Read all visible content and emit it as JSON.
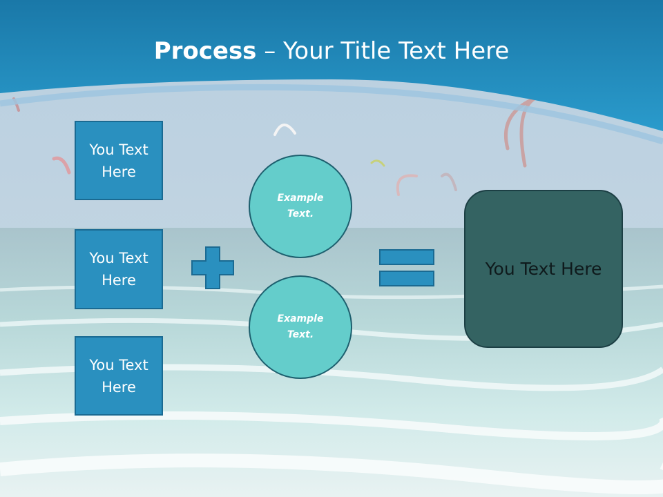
{
  "slide": {
    "title_bold": "Process",
    "title_rest": " – Your Title Text Here",
    "left_boxes": [
      "You Text Here",
      "You Text Here",
      "You Text Here"
    ],
    "circles": [
      "Example Text.",
      "Example Text."
    ],
    "result_text": "You Text Here"
  },
  "colors": {
    "header_blue": "#1f8cbf",
    "box_fill": "#2a90bf",
    "circle_fill": "#64cdcb",
    "result_fill": "#346362",
    "operator_fill": "#2a90bf"
  },
  "icons": [
    "plus-icon",
    "equals-icon",
    "kite-icon"
  ]
}
